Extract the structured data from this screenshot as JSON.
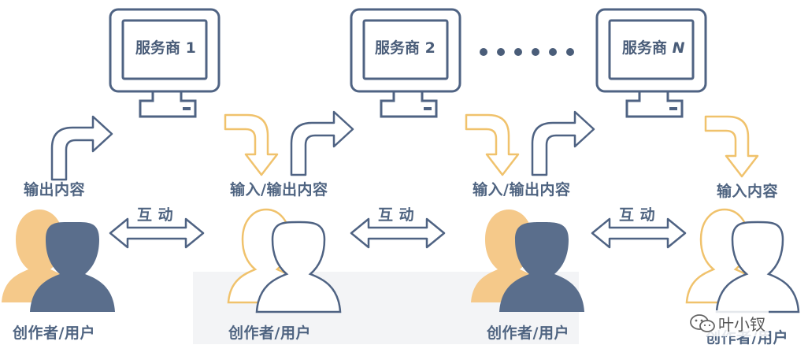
{
  "colors": {
    "navy": "#5a6e8c",
    "navy_outline": "#4f6383",
    "yellow": "#f5c98a",
    "yellow_outline": "#f0c26c",
    "label": "#4f6481"
  },
  "servers": [
    {
      "label": "服务商 1"
    },
    {
      "label": "服务商 2"
    },
    {
      "label": "服务商",
      "suffix": "N"
    }
  ],
  "ellipsis": "• • • • • •",
  "flow_labels": {
    "output": "输出内容",
    "input_output_1": "输入/输出内容",
    "input_output_2": "输入/输出内容",
    "input": "输入内容"
  },
  "interaction_labels": [
    "互 动",
    "互 动",
    "互 动"
  ],
  "user_labels": [
    "创作者/用户",
    "创作者/用户",
    "创作者/用户",
    "创作者/用户"
  ],
  "watermark": "叶小钗"
}
